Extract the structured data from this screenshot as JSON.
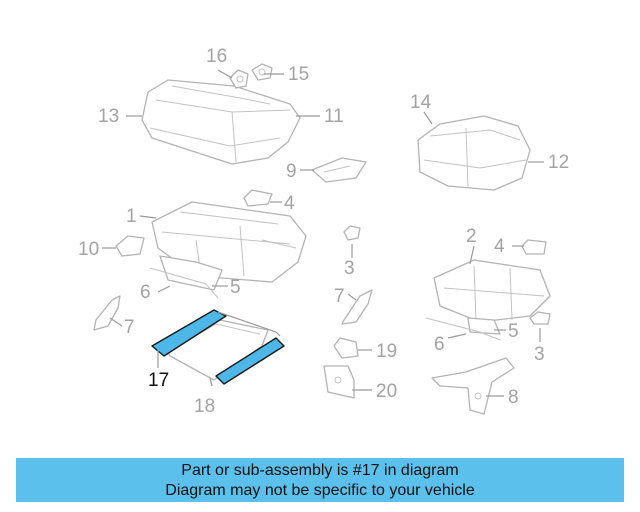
{
  "diagram": {
    "callouts": [
      {
        "id": "c1",
        "label": "1"
      },
      {
        "id": "c2",
        "label": "2"
      },
      {
        "id": "c3a",
        "label": "3"
      },
      {
        "id": "c3b",
        "label": "3"
      },
      {
        "id": "c4a",
        "label": "4"
      },
      {
        "id": "c4b",
        "label": "4"
      },
      {
        "id": "c5a",
        "label": "5"
      },
      {
        "id": "c5b",
        "label": "5"
      },
      {
        "id": "c6a",
        "label": "6"
      },
      {
        "id": "c6b",
        "label": "6"
      },
      {
        "id": "c7a",
        "label": "7"
      },
      {
        "id": "c7b",
        "label": "7"
      },
      {
        "id": "c8",
        "label": "8"
      },
      {
        "id": "c9",
        "label": "9"
      },
      {
        "id": "c10",
        "label": "10"
      },
      {
        "id": "c11",
        "label": "11"
      },
      {
        "id": "c12",
        "label": "12"
      },
      {
        "id": "c13",
        "label": "13"
      },
      {
        "id": "c14",
        "label": "14"
      },
      {
        "id": "c15",
        "label": "15"
      },
      {
        "id": "c16",
        "label": "16"
      },
      {
        "id": "c17",
        "label": "17"
      },
      {
        "id": "c18",
        "label": "18"
      },
      {
        "id": "c19",
        "label": "19"
      },
      {
        "id": "c20",
        "label": "20"
      }
    ],
    "highlighted_part": "17",
    "highlight_color": "#4db8e8",
    "line_color": "#b3b3b3"
  },
  "banner": {
    "line1": "Part or sub-assembly is #17 in diagram",
    "line2": "Diagram may not be specific to your vehicle",
    "color": "#5bc0eb"
  }
}
